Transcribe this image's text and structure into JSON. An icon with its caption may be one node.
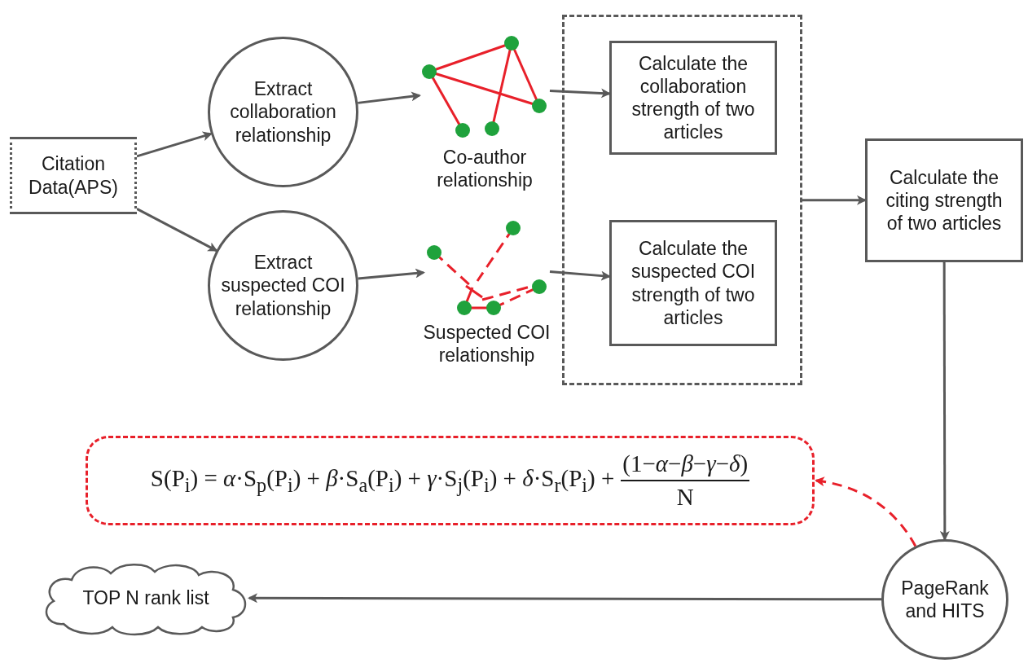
{
  "diagram": {
    "nodes": [
      {
        "text": [
          "Citation Data(APS)"
        ]
      },
      {
        "text": [
          "Extract collaboration relationship"
        ]
      },
      {
        "text": [
          "Extract suspected COI relationship"
        ]
      },
      {
        "text": [],
        "shape": "picture",
        "beside": [
          "Co-author relationship"
        ]
      },
      {
        "text": [],
        "shape": "picture",
        "beside": [
          "Suspected COI relationship"
        ]
      },
      {
        "text": [],
        "shape": "box"
      },
      {
        "text": [
          "Calculate the collaboration strength of two articles"
        ],
        "in": 5
      },
      {
        "text": [
          "Calculate the suspected COI strength of two articles"
        ],
        "in": 5
      },
      {
        "text": [
          "Calculate the citing strength of two articles"
        ]
      },
      {
        "text": [
          "S(P$_{i}$) = *α*·S$_{p}$(P$_{i}$) + *β*·S$_{a}$(P$_{i}$) + *γ*·S$_{j}$(P$_{i}$) + *δ*·S$_{r}$(P$_{i}$) +",
          "(1−*α*−*β*−*γ*−*δ*)",
          "N"
        ]
      },
      {
        "text": [
          "PageRank and HITS"
        ]
      },
      {
        "text": [
          "TOP N rank list"
        ]
      }
    ],
    "edges": [
      {
        "from": 0,
        "to": 1,
        "arrow": "to"
      },
      {
        "from": 0,
        "to": 2,
        "arrow": "to"
      },
      {
        "from": 1,
        "to": 3,
        "arrow": "to"
      },
      {
        "from": 2,
        "to": 4,
        "arrow": "to"
      },
      {
        "from": 3,
        "to": 6,
        "arrow": "to"
      },
      {
        "from": 4,
        "to": 7,
        "arrow": "to"
      },
      {
        "from": 5,
        "to": 8,
        "arrow": "to"
      },
      {
        "from": 8,
        "to": 10,
        "arrow": "to"
      },
      {
        "from": 10,
        "to": 11,
        "arrow": "to"
      },
      {
        "from": 10,
        "to": 9,
        "arrow": "to",
        "style": "dashed",
        "color": "#e8202a"
      }
    ]
  }
}
